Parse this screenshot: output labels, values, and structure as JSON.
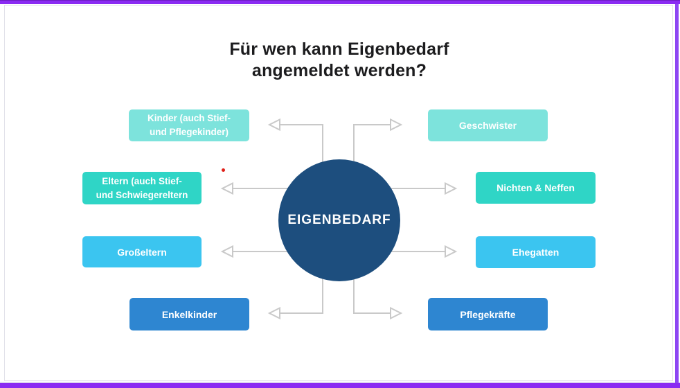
{
  "page": {
    "frame_color": "#8a2bf2",
    "frame_right_color": "#8d46f3",
    "card_border_color": "#e2e2ea",
    "background": "#ffffff"
  },
  "title": {
    "line1": "Für wen kann Eigenbedarf",
    "line2": "angemeldet werden?",
    "color": "#1c1c1e"
  },
  "center_node": {
    "label": "EIGENBEDARF",
    "bg_color": "#1d4e7e",
    "text_color": "#ffffff"
  },
  "connectors": {
    "color": "#c9c9c9",
    "arrowhead_style": "open-outline-triangle"
  },
  "annotation_dot": {
    "color": "#df1f18"
  },
  "nodes": [
    {
      "id": "kinder",
      "side": "left",
      "bg_color": "#7de3dc",
      "text_color": "#ffffff",
      "lines": [
        "Kinder (auch Stief-",
        "und Pflegekinder)"
      ]
    },
    {
      "id": "geschwister",
      "side": "right",
      "bg_color": "#7de3dc",
      "text_color": "#ffffff",
      "lines": [
        "Geschwister"
      ]
    },
    {
      "id": "eltern",
      "side": "left",
      "bg_color": "#2fd5c6",
      "text_color": "#ffffff",
      "lines": [
        "Eltern (auch Stief-",
        "und Schwiegereltern"
      ]
    },
    {
      "id": "nichten-neffen",
      "side": "right",
      "bg_color": "#2fd5c6",
      "text_color": "#ffffff",
      "lines": [
        "Nichten & Neffen"
      ]
    },
    {
      "id": "grosseltern",
      "side": "left",
      "bg_color": "#3bc5f0",
      "text_color": "#ffffff",
      "lines": [
        "Großeltern"
      ]
    },
    {
      "id": "ehegatten",
      "side": "right",
      "bg_color": "#3bc5f0",
      "text_color": "#ffffff",
      "lines": [
        "Ehegatten"
      ]
    },
    {
      "id": "enkelkinder",
      "side": "left",
      "bg_color": "#2e86d1",
      "text_color": "#ffffff",
      "lines": [
        "Enkelkinder"
      ]
    },
    {
      "id": "pflegekraefte",
      "side": "right",
      "bg_color": "#2e86d1",
      "text_color": "#ffffff",
      "lines": [
        "Pflegekräfte"
      ]
    }
  ]
}
